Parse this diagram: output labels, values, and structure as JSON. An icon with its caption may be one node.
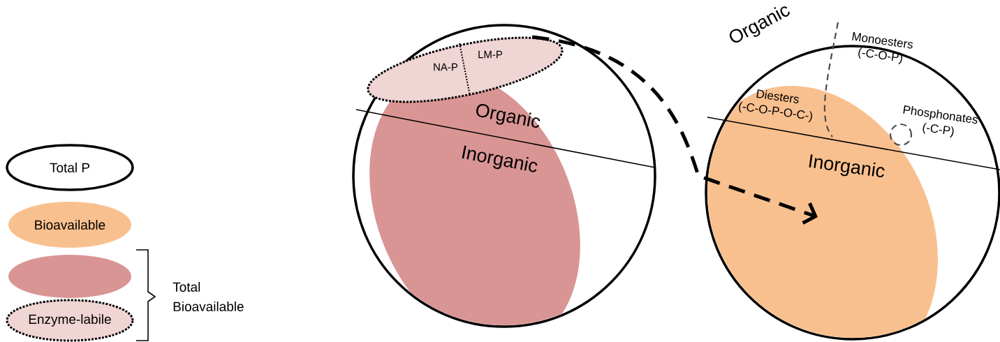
{
  "diagram": {
    "nodes": [
      {
        "text": [
          "Total P"
        ]
      },
      {
        "text": [
          "Bioavailable"
        ]
      },
      {
        "text": [],
        "shape": "ellipse"
      },
      {
        "text": [
          "Enzyme-labile"
        ]
      },
      {
        "text": [
          "Organic",
          "Inorganic"
        ]
      },
      {
        "text": [
          "NA-P",
          "LM-P"
        ],
        "in": 4
      },
      {
        "text": [
          "Organic",
          "Inorganic"
        ]
      }
    ],
    "edges": [
      {
        "from": 5,
        "to": 6,
        "arrow": "to",
        "style": "dashed"
      }
    ],
    "labels": [
      "Total Bioavailable",
      "Monoesters (-C-O-P)",
      "Diesters (-C-O-P-O-C-)",
      "Phosphonates (-C-P)"
    ]
  }
}
